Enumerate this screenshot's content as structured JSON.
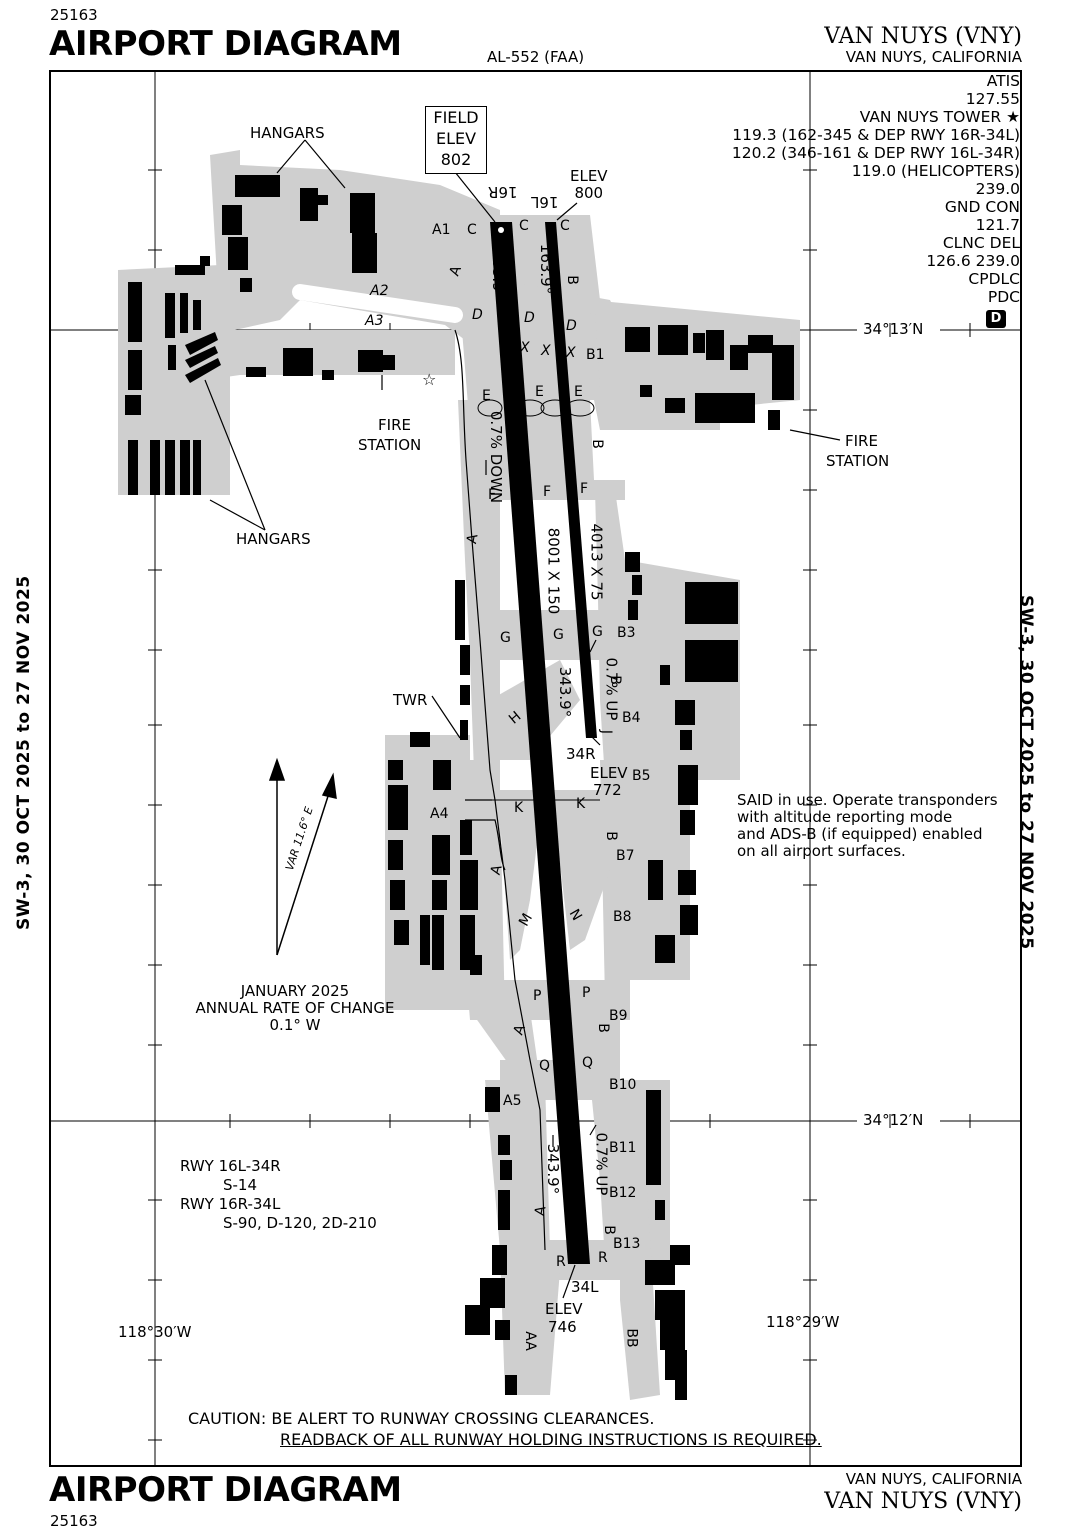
{
  "header": {
    "chart_number_top": "25163",
    "title_top": "AIRPORT DIAGRAM",
    "procedure_id": "AL-552 (FAA)",
    "airport_top": "VAN NUYS (VNY)",
    "city_top": "VAN NUYS, CALIFORNIA"
  },
  "footer": {
    "chart_number_bottom": "25163",
    "title_bottom": "AIRPORT DIAGRAM",
    "city_bottom": "VAN NUYS, CALIFORNIA",
    "airport_bottom": "VAN NUYS (VNY)"
  },
  "side_margin": {
    "left": "SW-3, 30 OCT 2025 to 27 NOV 2025",
    "right": "SW-3, 30 OCT 2025 to 27 NOV 2025"
  },
  "frequencies": [
    "ATIS",
    "127.55",
    "VAN NUYS TOWER ★",
    "119.3 (162-345 & DEP RWY 16R-34L)",
    "120.2 (346-161 & DEP RWY 16L-34R)",
    "119.0 (HELICOPTERS)",
    "239.0",
    "GND CON",
    "121.7",
    "CLNC DEL",
    "126.6  239.0",
    "CPDLC",
    "PDC"
  ],
  "d_badge": "D",
  "field_elev": {
    "line1": "FIELD",
    "line2": "ELEV",
    "line3": "802"
  },
  "coordinates": {
    "lat_top": "34°13′N",
    "lat_bottom": "34°12′N",
    "lon_left": "118°30′W",
    "lon_right": "118°29′W"
  },
  "runways": {
    "main_dims": "8001 X 150",
    "short_dims": "4013 X 75",
    "rwy_16R": "16R",
    "rwy_16L": "16L",
    "rwy_34R": "34R",
    "rwy_34L": "34L",
    "heading_16R": "163.9°",
    "heading_16L": "163.9°",
    "heading_34R": "343.9°",
    "heading_34L": "343.9°",
    "elev_16L": "ELEV\n800",
    "elev_34R_label": "ELEV",
    "elev_34R_value": "772",
    "elev_34L_label": "ELEV",
    "elev_34L_value": "746",
    "grad_down": "0.7% DOWN",
    "grad_up_short": "0.7% UP",
    "grad_up_main": "0.7% UP"
  },
  "labels": {
    "hangars_top": "HANGARS",
    "hangars_left": "HANGARS",
    "fire_station_left_1": "FIRE",
    "fire_station_left_2": "STATION",
    "fire_station_right_1": "FIRE",
    "fire_station_right_2": "STATION",
    "twr": "TWR",
    "var": "VAR 11.6° E"
  },
  "taxiways": {
    "A": "A",
    "A1": "A1",
    "A2": "A2",
    "A3": "A3",
    "A4": "A4",
    "A5": "A5",
    "AA": "AA",
    "B": "B",
    "B1": "B1",
    "B3": "B3",
    "B4": "B4",
    "B5": "B5",
    "B7": "B7",
    "B8": "B8",
    "B9": "B9",
    "B10": "B10",
    "B11": "B11",
    "B12": "B12",
    "B13": "B13",
    "BB": "BB",
    "C": "C",
    "D": "D",
    "E": "E",
    "F": "F",
    "G": "G",
    "H": "H",
    "J": "J",
    "K": "K",
    "M": "M",
    "N": "N",
    "P": "P",
    "Q": "Q",
    "R": "R",
    "X": "X"
  },
  "notes": {
    "said": [
      "SAID in use. Operate transponders",
      "with altitude reporting mode",
      "and ADS-B (if equipped) enabled",
      "on all airport surfaces."
    ],
    "variation": [
      "JANUARY 2025",
      "ANNUAL RATE OF CHANGE",
      "0.1° W"
    ],
    "strength": [
      "RWY 16L-34R",
      "S-14",
      "RWY 16R-34L",
      "S-90, D-120, 2D-210"
    ],
    "caution_1": "CAUTION:  BE ALERT TO RUNWAY CROSSING CLEARANCES.",
    "caution_2": "READBACK OF ALL RUNWAY HOLDING INSTRUCTIONS IS REQUIRED."
  }
}
